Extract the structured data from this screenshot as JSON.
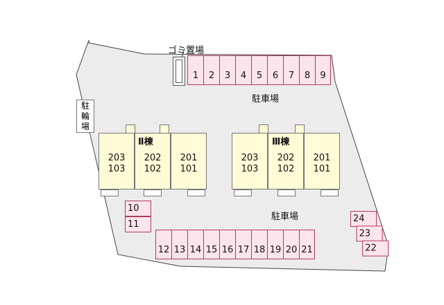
{
  "labels": {
    "garbage": "ゴミ置場",
    "parking_north": "駐車場",
    "parking_south": "駐車場",
    "bicycle": [
      "駐",
      "輪",
      "場"
    ]
  },
  "wings": {
    "II": "Ⅱ棟",
    "III": "Ⅲ棟"
  },
  "buildings": {
    "II": [
      {
        "upper": "203",
        "lower": "103"
      },
      {
        "upper": "202",
        "lower": "102"
      },
      {
        "upper": "201",
        "lower": "101"
      }
    ],
    "III": [
      {
        "upper": "203",
        "lower": "103"
      },
      {
        "upper": "202",
        "lower": "102"
      },
      {
        "upper": "201",
        "lower": "101"
      }
    ]
  },
  "parking": {
    "north": [
      "1",
      "2",
      "3",
      "4",
      "5",
      "6",
      "7",
      "8",
      "9"
    ],
    "west": [
      "10",
      "11"
    ],
    "south": [
      "12",
      "13",
      "14",
      "15",
      "16",
      "17",
      "18",
      "19",
      "20",
      "21"
    ],
    "east": [
      "24",
      "23",
      "22"
    ]
  },
  "colors": {
    "site_fill": "#ececec",
    "parking_fill": "#fce4ec",
    "parking_border": "#b03a5b",
    "building_fill": "#fffbd6"
  }
}
